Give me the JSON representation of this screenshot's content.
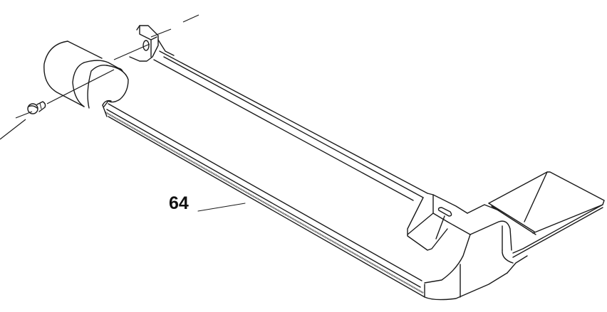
{
  "diagram": {
    "type": "exploded-parts-illustration",
    "style": "black line art on white",
    "background": "#ffffff",
    "line_color": "#1a1a1a",
    "parts": [
      {
        "name": "screw",
        "description": "small fastener at left, on axis line"
      },
      {
        "name": "cylindrical-end-cap",
        "description": "round tube end at left of tray"
      },
      {
        "name": "long-channel-tray",
        "description": "elongated channel / duct body"
      },
      {
        "name": "mounting-tab-left",
        "description": "upright lug with hole near cylinder"
      },
      {
        "name": "mounting-tab-right",
        "description": "square boss with slot near right end"
      },
      {
        "name": "funnel-outlet",
        "description": "flared chute at right end"
      }
    ],
    "callouts": [
      {
        "id": "64",
        "label": "64",
        "leader_target": "long-channel-tray"
      }
    ]
  }
}
